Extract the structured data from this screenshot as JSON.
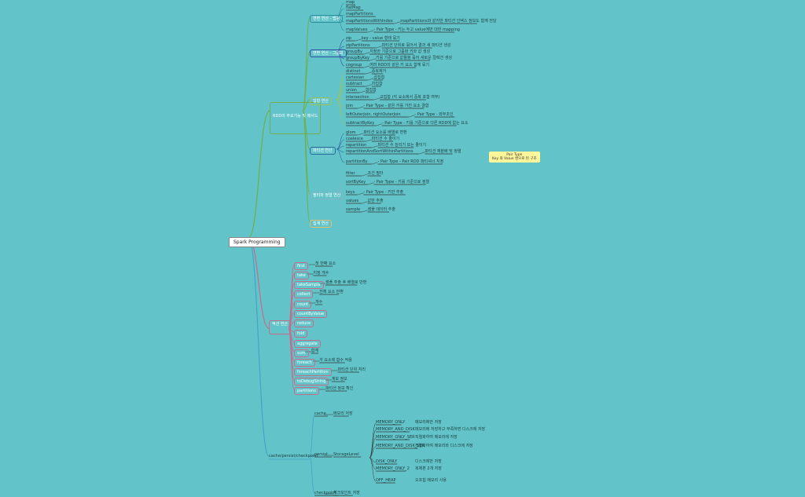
{
  "root": "Spark Programming",
  "tip": [
    "Pair Type",
    "Key 와 Value 쌍으로 된 구조"
  ],
  "branch1": {
    "label": "RDD의 주요기능 및 메서드",
    "groups": [
      {
        "label": "변환 연산 - 맵핑",
        "items": [
          {
            "label": "map"
          },
          {
            "label": "flatMap"
          },
          {
            "label": "mapPartitions"
          },
          {
            "label": "mapPartitionsWithIndex",
            "desc": "mapPartitions와 같지만 파티션 인덱스 정보도 함께 전달"
          },
          {
            "label": "mapValues",
            "desc": "- Pair Type - 키는 두고 value에만 대한 mapping"
          }
        ]
      },
      {
        "label": "변환 연산 - 그룹화",
        "items": [
          {
            "label": "zip",
            "desc": "key - value 형태 묶기"
          },
          {
            "label": "zipPartitions",
            "desc": "파티션 단위로 묶어서 결과 새 파티션 생성"
          },
          {
            "label": "groupBy",
            "desc": "지정한 기준으로 그룹화 키와 값 생성"
          },
          {
            "label": "groupByKey",
            "desc": "키를 기준으로 값들을 묶어 새로운 컬렉션 생성"
          },
          {
            "label": "cogroup",
            "desc": "여러 RDD의 같은 키 요소 함께 묶기"
          }
        ]
      },
      {
        "label": "집합 연산",
        "items": [
          {
            "label": "distinct",
            "desc": "중복제거"
          },
          {
            "label": "cartesian",
            "desc": "곱집합"
          },
          {
            "label": "subtract",
            "desc": "차집합"
          },
          {
            "label": "union",
            "desc": "합집합"
          },
          {
            "label": "intersection",
            "desc": "교집합 (각 요소에서 중복 포함 여부)"
          },
          {
            "label": "join",
            "desc": "- Pair Type - 같은 키를 가진 요소 결합"
          },
          {
            "label": "leftOuterJoin, rightOuterJoin",
            "desc": "- Pair Type - 외부조인"
          },
          {
            "label": "subtractByKey",
            "desc": "- Pair Type - 키를 기준으로 다른 RDD에 없는 요소"
          }
        ]
      },
      {
        "label": "파티션 연산",
        "items": [
          {
            "label": "glom",
            "desc": "파티션 요소를 배열로 변환"
          },
          {
            "label": "coalesce",
            "desc": "파티션 수 줄이기"
          },
          {
            "label": "repartition",
            "desc": "파티션 수 늘리기 또는 줄이기"
          },
          {
            "label": "repartitionAndSortWithinPartitions",
            "desc": "파티션 재분배 및 정렬"
          },
          {
            "label": "partitionBy",
            "desc": "- Pair Type - Pair RDD 파티셔너 지정"
          }
        ]
      },
      {
        "label": "필터와 정렬 연산",
        "items": [
          {
            "label": "filter",
            "desc": "조건 필터"
          },
          {
            "label": "sortByKey",
            "desc": "- Pair Type - 키를 기준으로 정렬"
          },
          {
            "label": "keys",
            "desc": "- Pair Type - 키만 추출"
          },
          {
            "label": "values",
            "desc": "값만 추출"
          },
          {
            "label": "sample",
            "desc": "샘플 데이터 추출"
          }
        ]
      },
      {
        "label": "집계 연산",
        "items": []
      }
    ]
  },
  "branch2": {
    "label": "액션 연산",
    "items": [
      {
        "label": "first",
        "desc": "첫 번째 요소"
      },
      {
        "label": "take",
        "desc": "지정 개수"
      },
      {
        "label": "takeSample",
        "desc": "샘플 추출 후 배열로 반환"
      },
      {
        "label": "collect",
        "desc": "전체 요소 반환"
      },
      {
        "label": "count",
        "desc": "개수"
      },
      {
        "label": "countByValue"
      },
      {
        "label": "reduce"
      },
      {
        "label": "fold"
      },
      {
        "label": "aggregate"
      },
      {
        "label": "sum",
        "desc": "합계"
      },
      {
        "label": "foreach",
        "desc": "각 요소에 함수 적용"
      },
      {
        "label": "foreachPartition",
        "desc": "파티션 단위 처리"
      },
      {
        "label": "toDebugString",
        "desc": "계보 정보"
      },
      {
        "label": "partitions",
        "desc": "파티션 정보 확인"
      }
    ]
  },
  "branch3": {
    "label": "cache/persist/checkpoint",
    "items": [
      {
        "label": "cache",
        "desc": "메모리 저장"
      },
      {
        "label": "persist",
        "desc": "StorageLevel",
        "sub": [
          {
            "label": "MEMORY_ONLY",
            "desc": "메모리에만 저장"
          },
          {
            "label": "MEMORY_AND_DISK",
            "desc": "메모리에 저장하고 부족하면 디스크에 저장"
          },
          {
            "label": "MEMORY_ONLY_SER",
            "desc": "직렬화하여 메모리에 저장"
          },
          {
            "label": "MEMORY_AND_DISK_SER",
            "desc": "직렬화하여 메모리와 디스크에 저장"
          },
          {
            "label": "DISK_ONLY",
            "desc": "디스크에만 저장"
          },
          {
            "label": "MEMORY_ONLY_2",
            "desc": "복제본 2개 저장"
          },
          {
            "label": "OFF_HEAP",
            "desc": "오프힙 메모리 사용"
          }
        ]
      },
      {
        "label": "checkpoint",
        "desc": "체크포인트 저장"
      }
    ]
  }
}
